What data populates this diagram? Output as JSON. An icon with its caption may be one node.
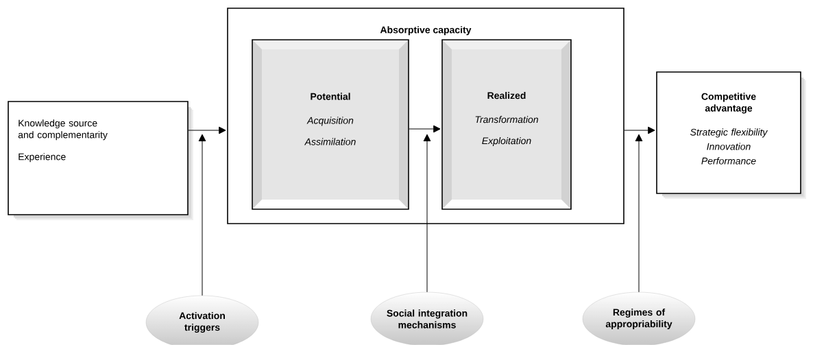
{
  "diagram": {
    "nodes": [
      {
        "text": [
          "Knowledge source and complementarity",
          "Experience"
        ]
      },
      {
        "text": [
          "Absorptive capacity"
        ]
      },
      {
        "text": [
          "Potential",
          "Acquisition",
          "Assimilation"
        ],
        "in": 1
      },
      {
        "text": [
          "Realized",
          "Transformation",
          "Exploitation"
        ],
        "in": 1
      },
      {
        "text": [
          "Competitive advantage",
          "Strategic flexibility",
          "Innovation",
          "Performance"
        ]
      },
      {
        "text": [
          "Activation triggers"
        ]
      },
      {
        "text": [
          "Social integration mechanisms"
        ]
      },
      {
        "text": [
          "Regimes of appropriability"
        ]
      }
    ],
    "edges": [
      {
        "from": 0,
        "to": 1,
        "arrow": "to"
      },
      {
        "from": 2,
        "to": 3,
        "arrow": "to"
      },
      {
        "from": 1,
        "to": 4,
        "arrow": "to"
      },
      {
        "from": 5,
        "to": null,
        "arrow": "to"
      },
      {
        "from": 6,
        "to": null,
        "arrow": "to"
      },
      {
        "from": 7,
        "to": null,
        "arrow": "to"
      }
    ]
  }
}
